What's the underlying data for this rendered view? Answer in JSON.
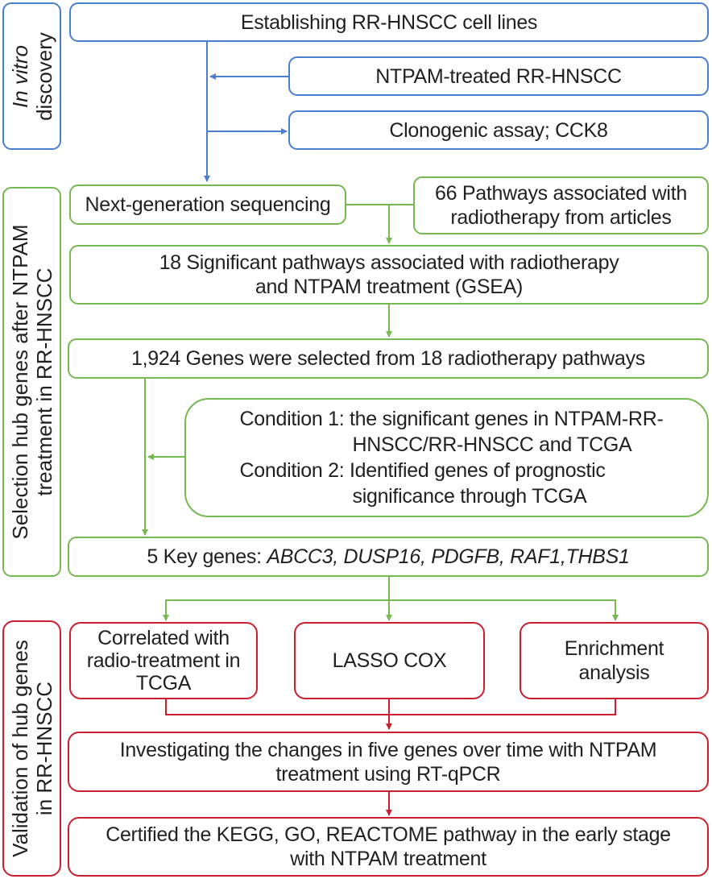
{
  "colors": {
    "stage1": "#4a7fcf",
    "stage2": "#76b852",
    "stage3": "#c8202f",
    "text": "#231f20"
  },
  "stages": [
    {
      "label_italic": "In vitro",
      "label_line2": "discovery"
    },
    {
      "label_line1": "Selection hub genes after NTPAM",
      "label_line2": "treatment in RR-HNSCC"
    },
    {
      "label_line1": "Validation of hub genes",
      "label_line2": "in RR-HNSCC"
    }
  ],
  "boxes": {
    "establishing": "Establishing RR-HNSCC cell lines",
    "ntpam_treated": "NTPAM-treated RR-HNSCC",
    "clonogenic": "Clonogenic assay; CCK8",
    "ngs": "Next-generation sequencing",
    "pathways66_l1": "66 Pathways associated with",
    "pathways66_l2": "radiotherapy from articles",
    "sig18_l1": "18 Significant pathways associated with radiotherapy",
    "sig18_l2": "and NTPAM treatment (GSEA)",
    "genes1924": "1,924 Genes were selected from 18 radiotherapy pathways",
    "cond1_l1": "Condition 1: the significant genes in NTPAM-RR-",
    "cond1_l2": "HNSCC/RR-HNSCC and TCGA",
    "cond2_l1": "Condition 2: Identified genes of prognostic",
    "cond2_l2": "significance through TCGA",
    "key_prefix": "5 Key genes: ",
    "key_genes": "ABCC3, DUSP16, PDGFB, RAF1,THBS1",
    "correlated_l1": "Correlated with",
    "correlated_l2": "radio-treatment in",
    "correlated_l3": "TCGA",
    "lasso": "LASSO COX",
    "enrich_l1": "Enrichment",
    "enrich_l2": "analysis",
    "investigating_l1": "Investigating the changes in five genes over time with NTPAM",
    "investigating_l2": "treatment using RT-qPCR",
    "certified_l1": "Certified the KEGG, GO, REACTOME pathway in the early stage",
    "certified_l2": "with NTPAM treatment"
  }
}
